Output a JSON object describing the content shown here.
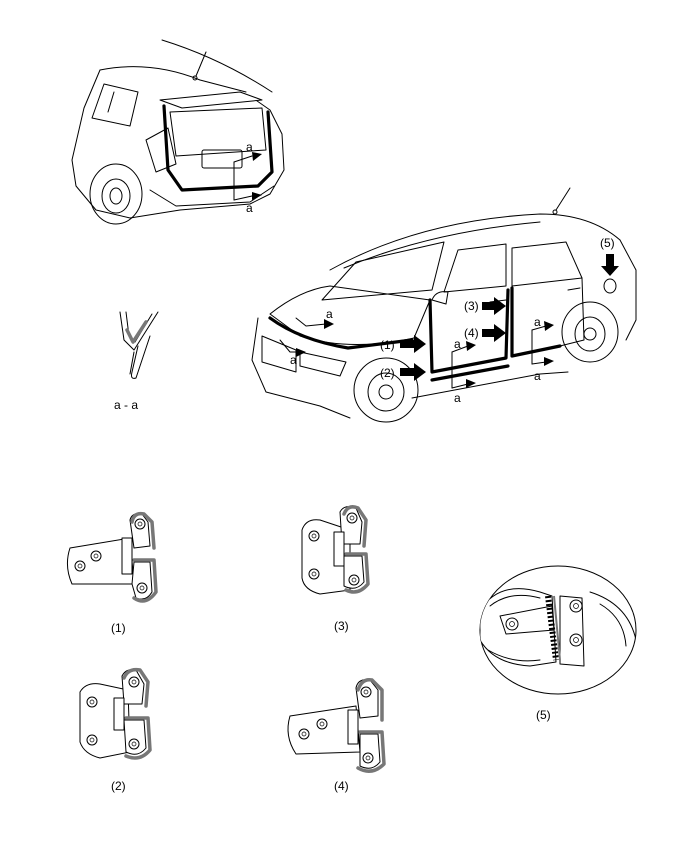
{
  "diagram": {
    "marker_a": "a",
    "section_label": "a - a",
    "callouts": {
      "c1": "(1)",
      "c2": "(2)",
      "c3": "(3)",
      "c4": "(4)",
      "c5": "(5)"
    },
    "detail_captions": {
      "d1": "(1)",
      "d2": "(2)",
      "d3": "(3)",
      "d4": "(4)",
      "d5": "(5)"
    },
    "colors": {
      "ink": "#000000",
      "seal_grey": "#777777",
      "background": "#ffffff"
    }
  }
}
